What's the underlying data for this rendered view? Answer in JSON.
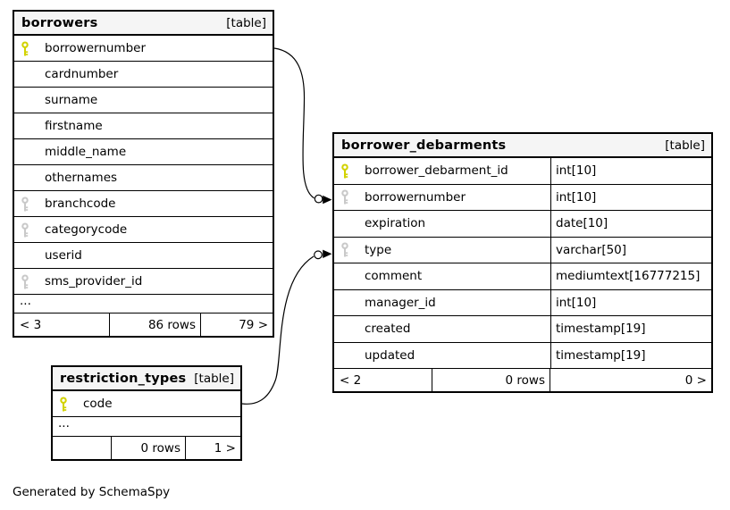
{
  "note": "Generated by SchemaSpy",
  "colors": {
    "primary_key": "#d2d200",
    "foreign_key": "#c9c9c9",
    "header_bg": "#f5f5f5",
    "border": "#000000"
  },
  "tables": {
    "borrowers": {
      "title": "borrowers",
      "tag": "[table]",
      "rows": [
        {
          "name": "borrowernumber",
          "key": "primary"
        },
        {
          "name": "cardnumber",
          "key": "none"
        },
        {
          "name": "surname",
          "key": "none"
        },
        {
          "name": "firstname",
          "key": "none"
        },
        {
          "name": "middle_name",
          "key": "none"
        },
        {
          "name": "othernames",
          "key": "none"
        },
        {
          "name": "branchcode",
          "key": "foreign"
        },
        {
          "name": "categorycode",
          "key": "foreign"
        },
        {
          "name": "userid",
          "key": "none"
        },
        {
          "name": "sms_provider_id",
          "key": "foreign"
        }
      ],
      "ellipsis": "...",
      "footer": {
        "prev": "< 3",
        "rows": "86 rows",
        "next": "79 >"
      }
    },
    "borrower_debarments": {
      "title": "borrower_debarments",
      "tag": "[table]",
      "rows": [
        {
          "name": "borrower_debarment_id",
          "type": "int[10]",
          "key": "primary"
        },
        {
          "name": "borrowernumber",
          "type": "int[10]",
          "key": "foreign"
        },
        {
          "name": "expiration",
          "type": "date[10]",
          "key": "none"
        },
        {
          "name": "type",
          "type": "varchar[50]",
          "key": "foreign"
        },
        {
          "name": "comment",
          "type": "mediumtext[16777215]",
          "key": "none"
        },
        {
          "name": "manager_id",
          "type": "int[10]",
          "key": "none"
        },
        {
          "name": "created",
          "type": "timestamp[19]",
          "key": "none"
        },
        {
          "name": "updated",
          "type": "timestamp[19]",
          "key": "none"
        }
      ],
      "footer": {
        "prev": "< 2",
        "rows": "0 rows",
        "next": "0 >"
      }
    },
    "restriction_types": {
      "title": "restriction_types",
      "tag": "[table]",
      "rows": [
        {
          "name": "code",
          "key": "primary"
        }
      ],
      "ellipsis": "...",
      "footer": {
        "prev": "",
        "rows": "0 rows",
        "next": "1 >"
      }
    }
  },
  "relationships": [
    {
      "from": "borrowers.borrowernumber",
      "to": "borrower_debarments.borrowernumber"
    },
    {
      "from": "restriction_types.code",
      "to": "borrower_debarments.type"
    }
  ]
}
